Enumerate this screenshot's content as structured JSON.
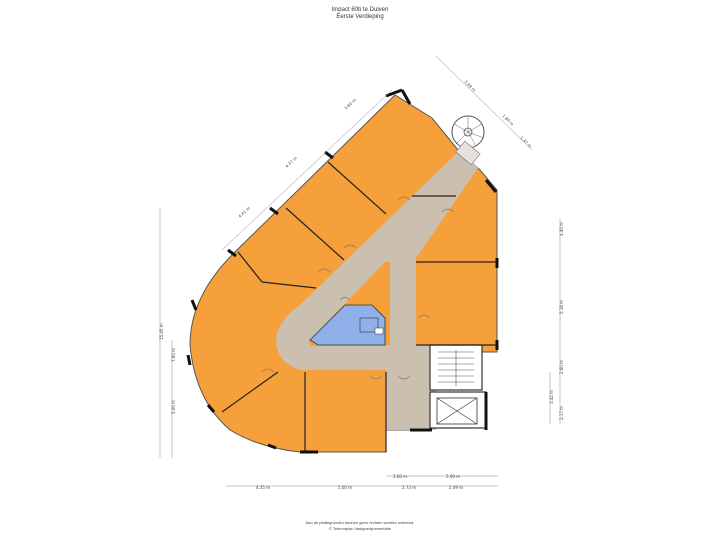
{
  "header": {
    "title": "Impact 60b te Duiven",
    "subtitle": "Eerste Verdieping"
  },
  "dimensions": {
    "top_diag_1": "3.60 m",
    "top_diag_2": "4.37 m",
    "top_diag_3": "4.41 m",
    "right_diag_1": "3.09 m",
    "right_diag_2": "1.80 m",
    "right_diag_3": "1.47 m",
    "right_v_1": "4.40 m",
    "right_v_2": "5.18 m",
    "right_v_3": "2.60 m",
    "right_v_4": "2.17 m",
    "right_v_outer": "3.42 m",
    "left_total": "15.45 m",
    "left_1": "7.60 m",
    "left_2": "5.00 m",
    "bottom_inner_1": "1.60 m",
    "bottom_inner_2": "5.00 m",
    "bottom_1": "4.35 m",
    "bottom_2": "5.00 m",
    "bottom_3": "2.73 m",
    "bottom_4": "2.49 m"
  },
  "colors": {
    "room": "#f6a03b",
    "corridor": "#cbbfb0",
    "bathroom": "#8fb0e8",
    "wall": "#111111"
  },
  "footer": {
    "line1": "Aan de plattegronden kunnen geen rechten worden ontleend.",
    "line2": "© Teleomplan Vastgoedpresentatie"
  }
}
